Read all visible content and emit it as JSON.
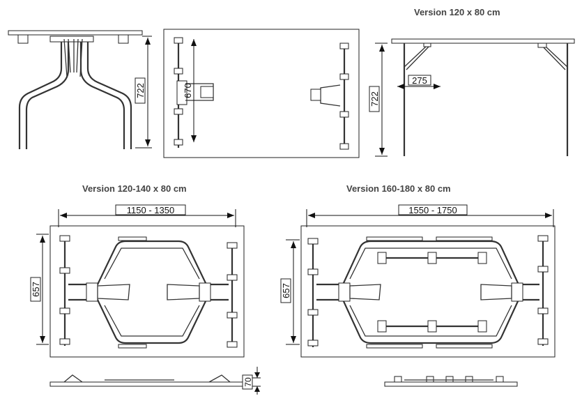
{
  "headings": {
    "version_120x80": "Version 120 x 80 cm",
    "version_120_140x80": "Version 120-140 x 80 cm",
    "version_160_180x80": "Version 160-180 x 80 cm"
  },
  "dimensions": {
    "front_height": "722",
    "top_clip_width": "670",
    "side_height": "722",
    "side_leg_offset": "275",
    "length_120_140": "1150 - 1350",
    "depth_120_140": "657",
    "length_160_180": "1550 - 1750",
    "depth_160_180": "657",
    "folded_thickness": "70"
  }
}
